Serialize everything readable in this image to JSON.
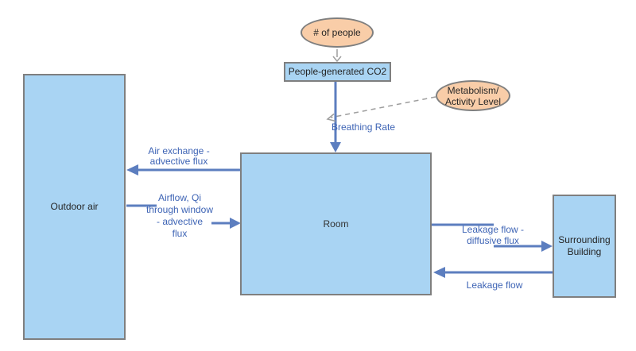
{
  "diagram": {
    "title_hint": "Room CO2 mass-balance system diagram",
    "colors": {
      "node_fill": "#A9D4F3",
      "node_border": "#7F7F7F",
      "ellipse_fill": "#F9CDA8",
      "flow_arrow_blue": "#5C7EBF",
      "flow_label_blue": "#3E64B5",
      "influence_arrow_gray": "#9E9E9E",
      "node_text": "#262626",
      "background": "#FFFFFF"
    },
    "nodes": {
      "num_people": {
        "label": "# of people"
      },
      "people_co2": {
        "label": "People-generated CO2"
      },
      "metabolism": {
        "lines": [
          "Metabolism/",
          "Activity Level"
        ]
      },
      "outdoor_air": {
        "label": "Outdoor air"
      },
      "room": {
        "label": "Room"
      },
      "surrounding_building": {
        "lines": [
          "Surrounding",
          "Building"
        ]
      }
    },
    "edge_labels": {
      "breathing_rate": "Breathing Rate",
      "air_exchange": {
        "lines": [
          "Air exchange -",
          "advective flux"
        ]
      },
      "airflow_window": {
        "lines": [
          "Airflow, Qi",
          "through window",
          "- advective",
          "flux"
        ]
      },
      "leakage_diffusive": {
        "lines": [
          "Leakage flow -",
          "diffusive flux"
        ]
      },
      "leakage_return": "Leakage flow"
    }
  }
}
